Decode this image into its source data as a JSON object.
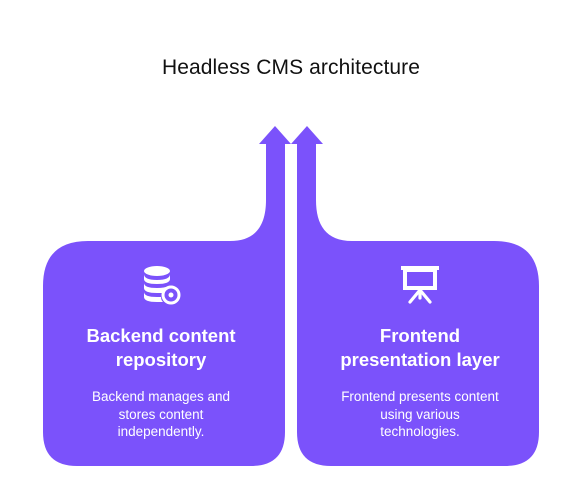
{
  "title": "Headless CMS architecture",
  "colors": {
    "accent": "#7b52fb",
    "text_on_accent": "#ffffff",
    "title_text": "#111111"
  },
  "cards": [
    {
      "icon": "database-settings-icon",
      "heading_line1": "Backend content",
      "heading_line2": "repository",
      "desc_line1": "Backend manages and",
      "desc_line2": "stores content",
      "desc_line3": "independently."
    },
    {
      "icon": "presentation-board-icon",
      "heading_line1": "Frontend",
      "heading_line2": "presentation layer",
      "desc_line1": "Frontend presents content",
      "desc_line2": "using various",
      "desc_line3": "technologies."
    }
  ]
}
